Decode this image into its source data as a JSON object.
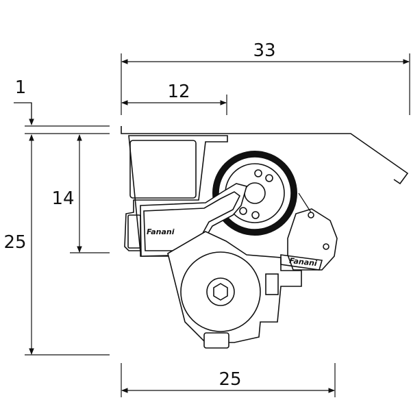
{
  "dimensions": {
    "overall_width": "33",
    "top_offset": "12",
    "gap": "1",
    "upper_height": "14",
    "total_height": "25",
    "bottom_width": "25"
  },
  "brand": {
    "arm_label": "Fanani",
    "bracket_label": "Fanani"
  },
  "colors": {
    "line": "#111111",
    "background": "#ffffff"
  }
}
